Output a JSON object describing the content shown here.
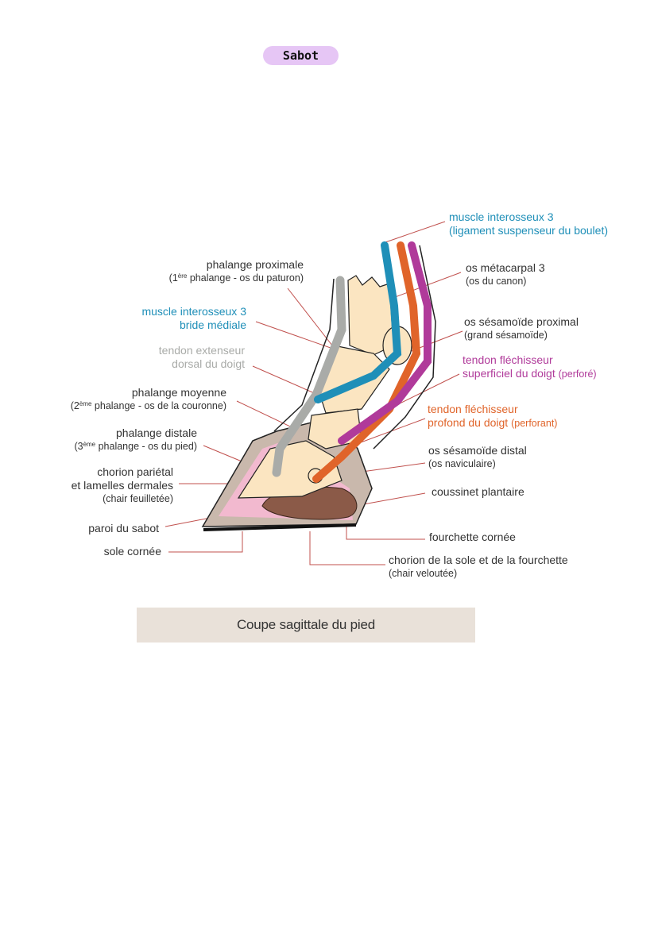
{
  "page_title": "Sabot",
  "caption": "Coupe sagittale du pied",
  "colors": {
    "pill": "#e6c6f5",
    "blue": "#1f8fb8",
    "grey": "#a9aba8",
    "magenta": "#b03a9a",
    "orange": "#e0642a",
    "bone": "#fbe5c1",
    "pink": "#f2b9cf",
    "brown": "#8b5a48",
    "leader": "#c0504d"
  },
  "labels": {
    "muscle_int_sup": {
      "line1": "muscle interosseux 3",
      "line2": "(ligament suspenseur du boulet)"
    },
    "os_metacarpal": {
      "line1": "os métacarpal 3",
      "line2": "(os du canon)"
    },
    "phalange_proximale": {
      "line1": "phalange proximale",
      "pre": "(1",
      "sup": "ère",
      "post": " phalange - os du paturon)"
    },
    "muscle_int_bride": {
      "line1": "muscle interosseux 3",
      "line2": "bride médiale"
    },
    "sesamoide_proximal": {
      "line1": "os sésamoïde proximal",
      "line2": "(grand sésamoïde)"
    },
    "tendon_extenseur": {
      "line1": "tendon extenseur",
      "line2": "dorsal du doigt"
    },
    "tendon_superficiel": {
      "line1": "tendon fléchisseur",
      "line2": "superficiel du doigt",
      "line2b": "(perforé)"
    },
    "phalange_moyenne": {
      "line1": "phalange moyenne",
      "pre": "(2",
      "sup": "ème",
      "post": " phalange - os de la couronne)"
    },
    "tendon_profond": {
      "line1": "tendon fléchisseur",
      "line2": "profond du doigt",
      "line2b": "(perforant)"
    },
    "phalange_distale": {
      "line1": "phalange distale",
      "pre": "(3",
      "sup": "ème",
      "post": " phalange - os du pied)"
    },
    "sesamoide_distal": {
      "line1": "os sésamoïde distal",
      "line2": "(os naviculaire)"
    },
    "chorion_parietal": {
      "line1": "chorion pariétal",
      "line2": "et lamelles dermales",
      "line3": "(chair feuilletée)"
    },
    "coussinet": {
      "line1": "coussinet plantaire"
    },
    "paroi": {
      "line1": "paroi du sabot"
    },
    "fourchette": {
      "line1": "fourchette cornée"
    },
    "sole": {
      "line1": "sole cornée"
    },
    "chorion_sole": {
      "line1": "chorion de la sole et de la fourchette",
      "line2": "(chair veloutée)"
    }
  }
}
